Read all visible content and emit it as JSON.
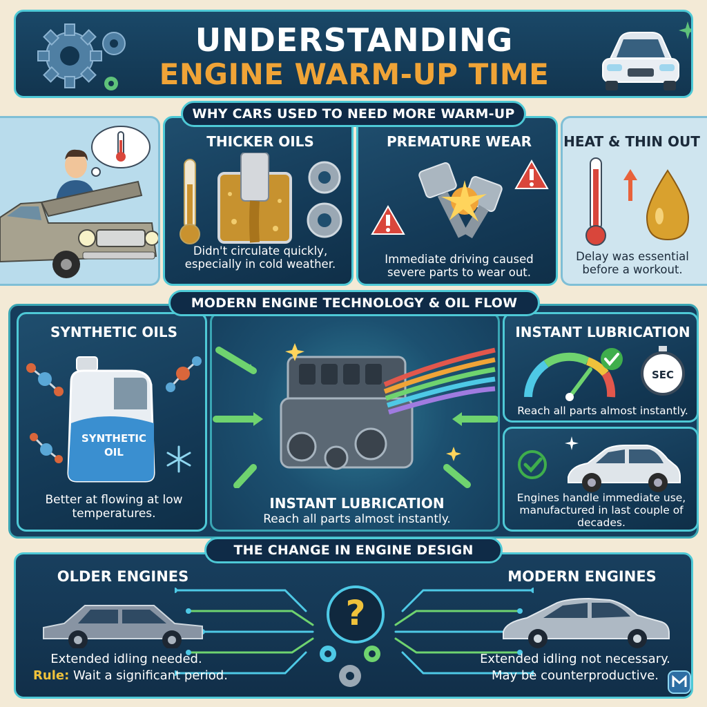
{
  "header": {
    "title_line1": "UNDERSTANDING",
    "title_line2": "ENGINE WARM-UP TIME"
  },
  "section_why": {
    "title": "WHY CARS USED TO NEED MORE WARM-UP",
    "thicker_oils": {
      "title": "THICKER OILS",
      "caption": "Didn't circulate quickly, especially in cold weather."
    },
    "premature_wear": {
      "title": "PREMATURE WEAR",
      "caption": "Immediate driving caused severe parts to wear out."
    },
    "heat_thin_out": {
      "title": "HEAT & THIN OUT",
      "caption": "Delay was essential before a workout."
    }
  },
  "section_modern": {
    "title": "MODERN ENGINE TECHNOLOGY & OIL FLOW",
    "synthetic_oils": {
      "title": "SYNTHETIC OILS",
      "jug_label_1": "SYNTHETIC",
      "jug_label_2": "OIL",
      "caption": "Better at flowing at low temperatures."
    },
    "center": {
      "title": "INSTANT LUBRICATION",
      "caption": "Reach all parts almost instantly."
    },
    "instant_lubrication": {
      "title": "INSTANT LUBRICATION",
      "timer_label": "SEC",
      "caption": "Reach all parts almost instantly."
    },
    "immediate_use": {
      "caption": "Engines handle immediate use, manufactured in last couple of decades."
    }
  },
  "section_design": {
    "title": "THE CHANGE IN ENGINE DESIGN",
    "center_symbol": "?",
    "older": {
      "title": "OLDER ENGINES",
      "caption": "Extended idling needed.",
      "rule_label": "Rule:",
      "rule_text": " Wait a significant period."
    },
    "modern": {
      "title": "MODERN ENGINES",
      "caption_1": "Extended idling not necessary.",
      "caption_2": "May be counterproductive."
    }
  },
  "colors": {
    "accent_cyan": "#4ec9d6",
    "title_orange": "#f0a437",
    "panel_dark": "#143a57",
    "background": "#f3ead6"
  }
}
